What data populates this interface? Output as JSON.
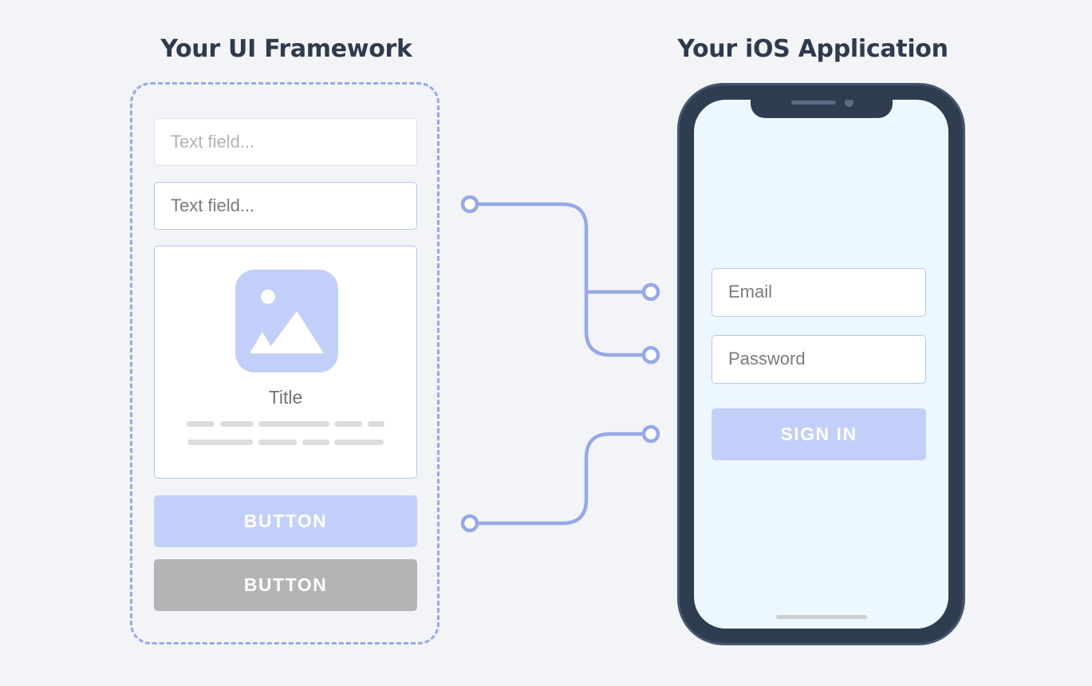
{
  "framework": {
    "heading": "Your UI Framework",
    "text_field_1": "Text field...",
    "text_field_2": "Text field...",
    "card_title": "Title",
    "button_primary": "BUTTON",
    "button_secondary": "BUTTON"
  },
  "app": {
    "heading": "Your iOS Application",
    "email_placeholder": "Email",
    "password_placeholder": "Password",
    "sign_in": "SIGN IN"
  },
  "colors": {
    "background": "#f3f4f8",
    "accent": "#c2cff8",
    "connector": "#95a8e8",
    "phone_body": "#2f3d50",
    "phone_screen": "#edf7ff",
    "heading_text": "#2e3a4d",
    "secondary_button": "#b4b4b4"
  }
}
